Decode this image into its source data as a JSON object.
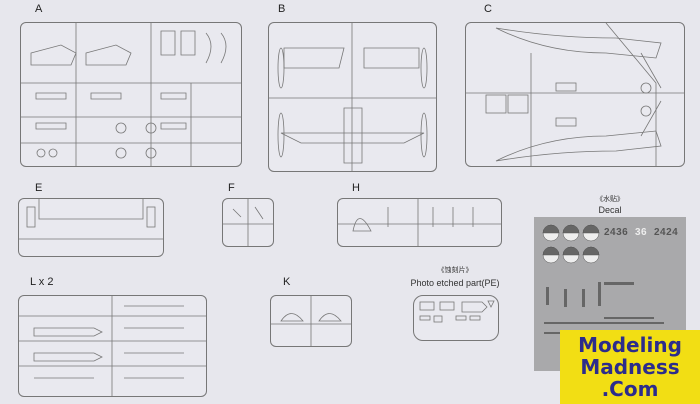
{
  "sprues": {
    "a": "A",
    "b": "B",
    "c": "C",
    "e": "E",
    "f": "F",
    "h": "H",
    "l": "L x 2",
    "k": "K"
  },
  "pe": {
    "title_cn": "《蚀刻片》",
    "title": "Photo etched part(PE)"
  },
  "decal": {
    "title_cn": "《水贴》",
    "title": "Decal",
    "codes": [
      "2436",
      "36",
      "2424"
    ]
  },
  "watermark": {
    "line1": "Modeling",
    "line2": "Madness",
    "line3": ".Com"
  },
  "colors": {
    "background": "#e7e7ed",
    "decal_sheet": "#a9a9ab",
    "watermark_bg": "#f2de14",
    "watermark_text": "#2c2c8c"
  }
}
